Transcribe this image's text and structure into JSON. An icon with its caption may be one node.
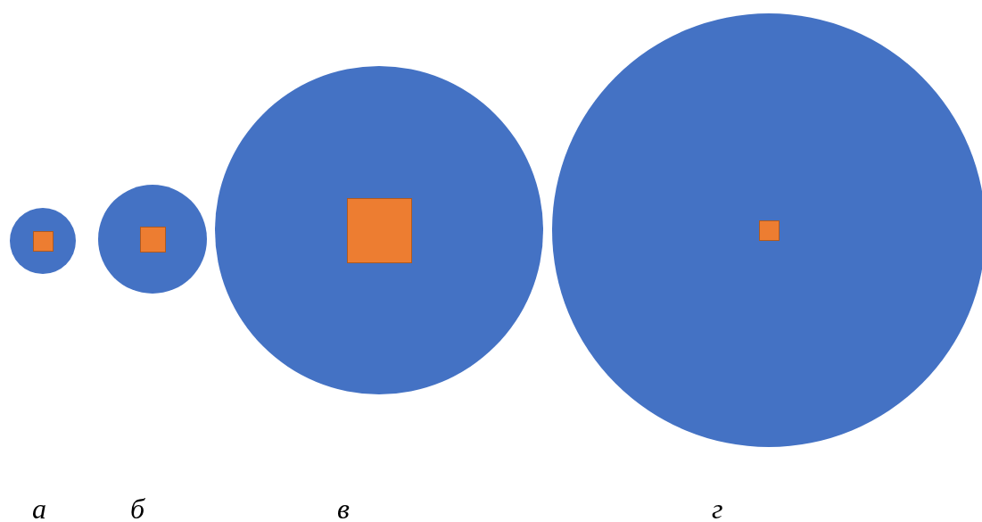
{
  "diagram": {
    "nodes": [
      {
        "text": [],
        "shape": "circle"
      },
      {
        "text": [],
        "shape": "box",
        "in": 0
      },
      {
        "text": [],
        "shape": "circle"
      },
      {
        "text": [],
        "shape": "box",
        "in": 2
      },
      {
        "text": [],
        "shape": "circle"
      },
      {
        "text": [],
        "shape": "box",
        "in": 4
      },
      {
        "text": [],
        "shape": "circle"
      },
      {
        "text": [],
        "shape": "box",
        "in": 6
      }
    ],
    "labels": [
      "а",
      "б",
      "в",
      "г"
    ]
  }
}
